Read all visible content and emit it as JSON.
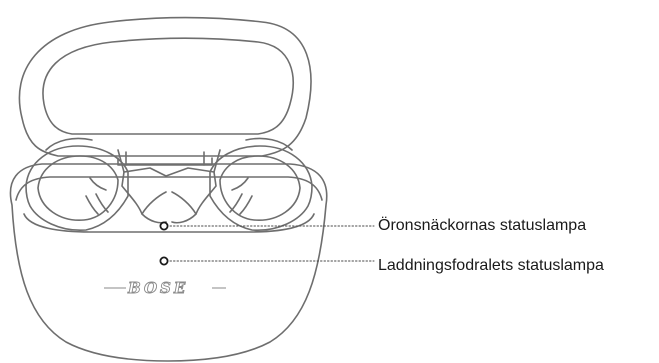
{
  "labels": {
    "earbuds_status": "Öronsnäckornas statuslampa",
    "case_status": "Laddningsfodralets statuslampa"
  },
  "product": {
    "logo": "BOSE"
  },
  "colors": {
    "outline": "#6e6e6e",
    "text": "#1a1a1a",
    "background": "#ffffff"
  }
}
